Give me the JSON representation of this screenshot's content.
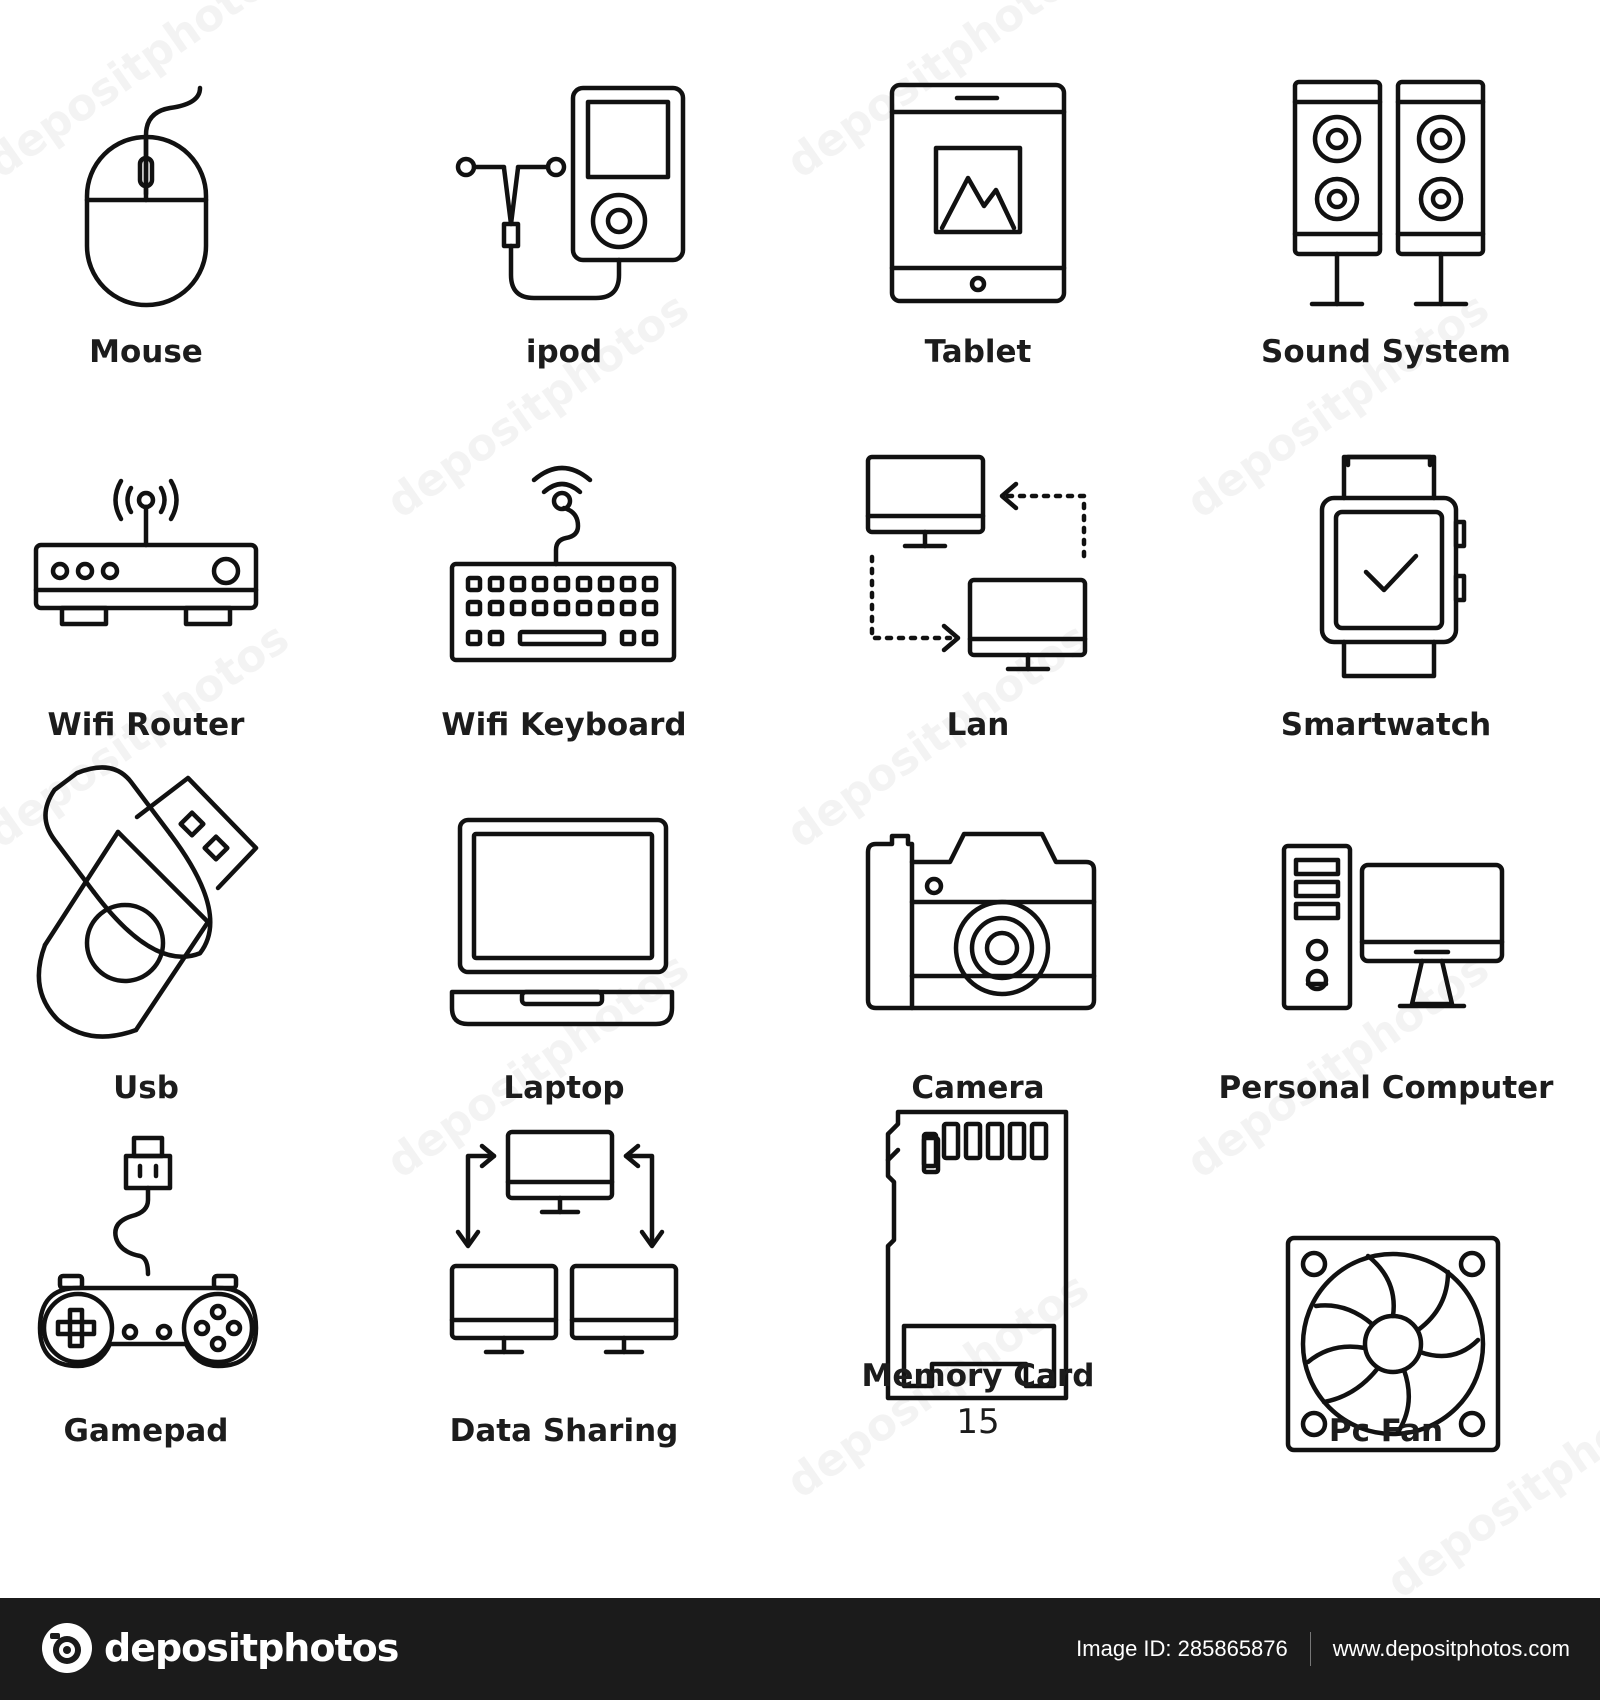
{
  "icons": [
    {
      "name": "Mouse",
      "icon": "mouse-icon"
    },
    {
      "name": "ipod",
      "icon": "ipod-icon"
    },
    {
      "name": "Tablet",
      "icon": "tablet-icon"
    },
    {
      "name": "Sound System",
      "icon": "sound-system-icon"
    },
    {
      "name": "Wifi Router",
      "icon": "wifi-router-icon"
    },
    {
      "name": "Wifi Keyboard",
      "icon": "wifi-keyboard-icon"
    },
    {
      "name": "Lan",
      "icon": "lan-icon"
    },
    {
      "name": "Smartwatch",
      "icon": "smartwatch-icon"
    },
    {
      "name": "Usb",
      "icon": "usb-icon"
    },
    {
      "name": "Laptop",
      "icon": "laptop-icon"
    },
    {
      "name": "Camera",
      "icon": "camera-icon"
    },
    {
      "name": "Personal Computer",
      "icon": "personal-computer-icon"
    },
    {
      "name": "Gamepad",
      "icon": "gamepad-icon"
    },
    {
      "name": "Data Sharing",
      "icon": "data-sharing-icon"
    },
    {
      "name": "Memory Card",
      "icon": "memory-card-icon",
      "subtitle": "15"
    },
    {
      "name": "Pc Fan",
      "icon": "pc-fan-icon"
    }
  ],
  "watermark": "depositphotos",
  "footer": {
    "brand": "depositphotos",
    "image_id": "Image ID: 285865876",
    "url": "www.depositphotos.com"
  },
  "colors": {
    "line": "#111111",
    "background": "#ffffff",
    "footer": "#1b1b1b"
  }
}
